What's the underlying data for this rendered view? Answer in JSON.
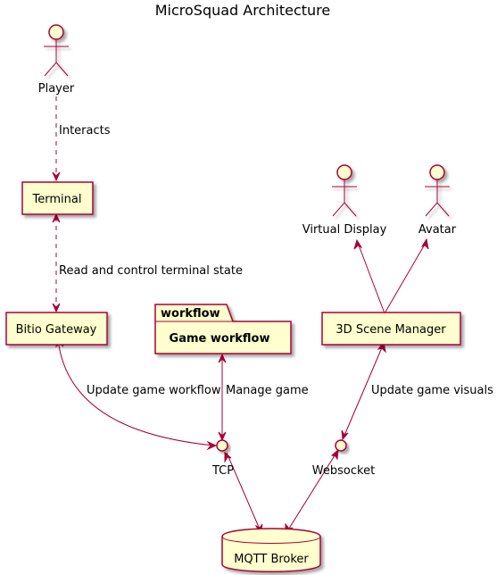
{
  "diagram": {
    "title": "MicroSquad Architecture",
    "colors": {
      "border": "#A80036",
      "fill": "#FEFECE",
      "shadow": "#BFBFBF"
    },
    "actors": {
      "player": "Player",
      "virtual_display": "Virtual Display",
      "avatar": "Avatar"
    },
    "components": {
      "terminal": "Terminal",
      "bitio_gateway": "Bitio Gateway",
      "scene_manager": "3D Scene Manager"
    },
    "package": {
      "tab": "workflow",
      "title": "Game workflow"
    },
    "interfaces": {
      "tcp": "TCP",
      "websocket": "Websocket"
    },
    "database": {
      "label": "MQTT Broker"
    },
    "edges": {
      "interacts": "Interacts",
      "read_control": "Read and control terminal state",
      "update_workflow": "Update game workflow",
      "manage_game": "Manage game",
      "update_visuals": "Update game visuals"
    }
  }
}
